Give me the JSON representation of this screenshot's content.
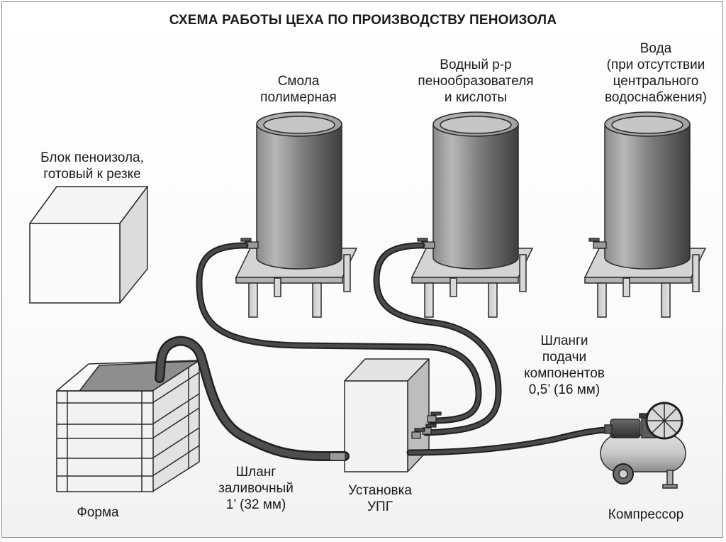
{
  "title": "СХЕМА РАБОТЫ ЦЕХА ПО ПРОИЗВОДСТВУ ПЕНОИЗОЛА",
  "labels": {
    "block": [
      "Блок пеноизола,",
      "готовый к резке"
    ],
    "resin": [
      "Смола",
      "полимерная"
    ],
    "foam_solution": [
      "Водный р-р",
      "пенообразователя",
      "и кислоты"
    ],
    "water": [
      "Вода",
      "(при отсутствии",
      "центрального",
      "водоснабжения)"
    ],
    "feed_hoses": [
      "Шланги",
      "подачи",
      "компонентов",
      "0,5’ (16 мм)"
    ],
    "pour_hose": [
      "Шланг",
      "заливочный",
      "1’ (32 мм)"
    ],
    "upg": [
      "Установка",
      "УПГ"
    ],
    "mold": "Форма",
    "compressor": "Компрессор"
  },
  "colors": {
    "hose": "#3c3c3c",
    "tank_dark": "#4a4a4a",
    "tank_light": "#a8a8a8",
    "outline": "#2a2a2a"
  }
}
